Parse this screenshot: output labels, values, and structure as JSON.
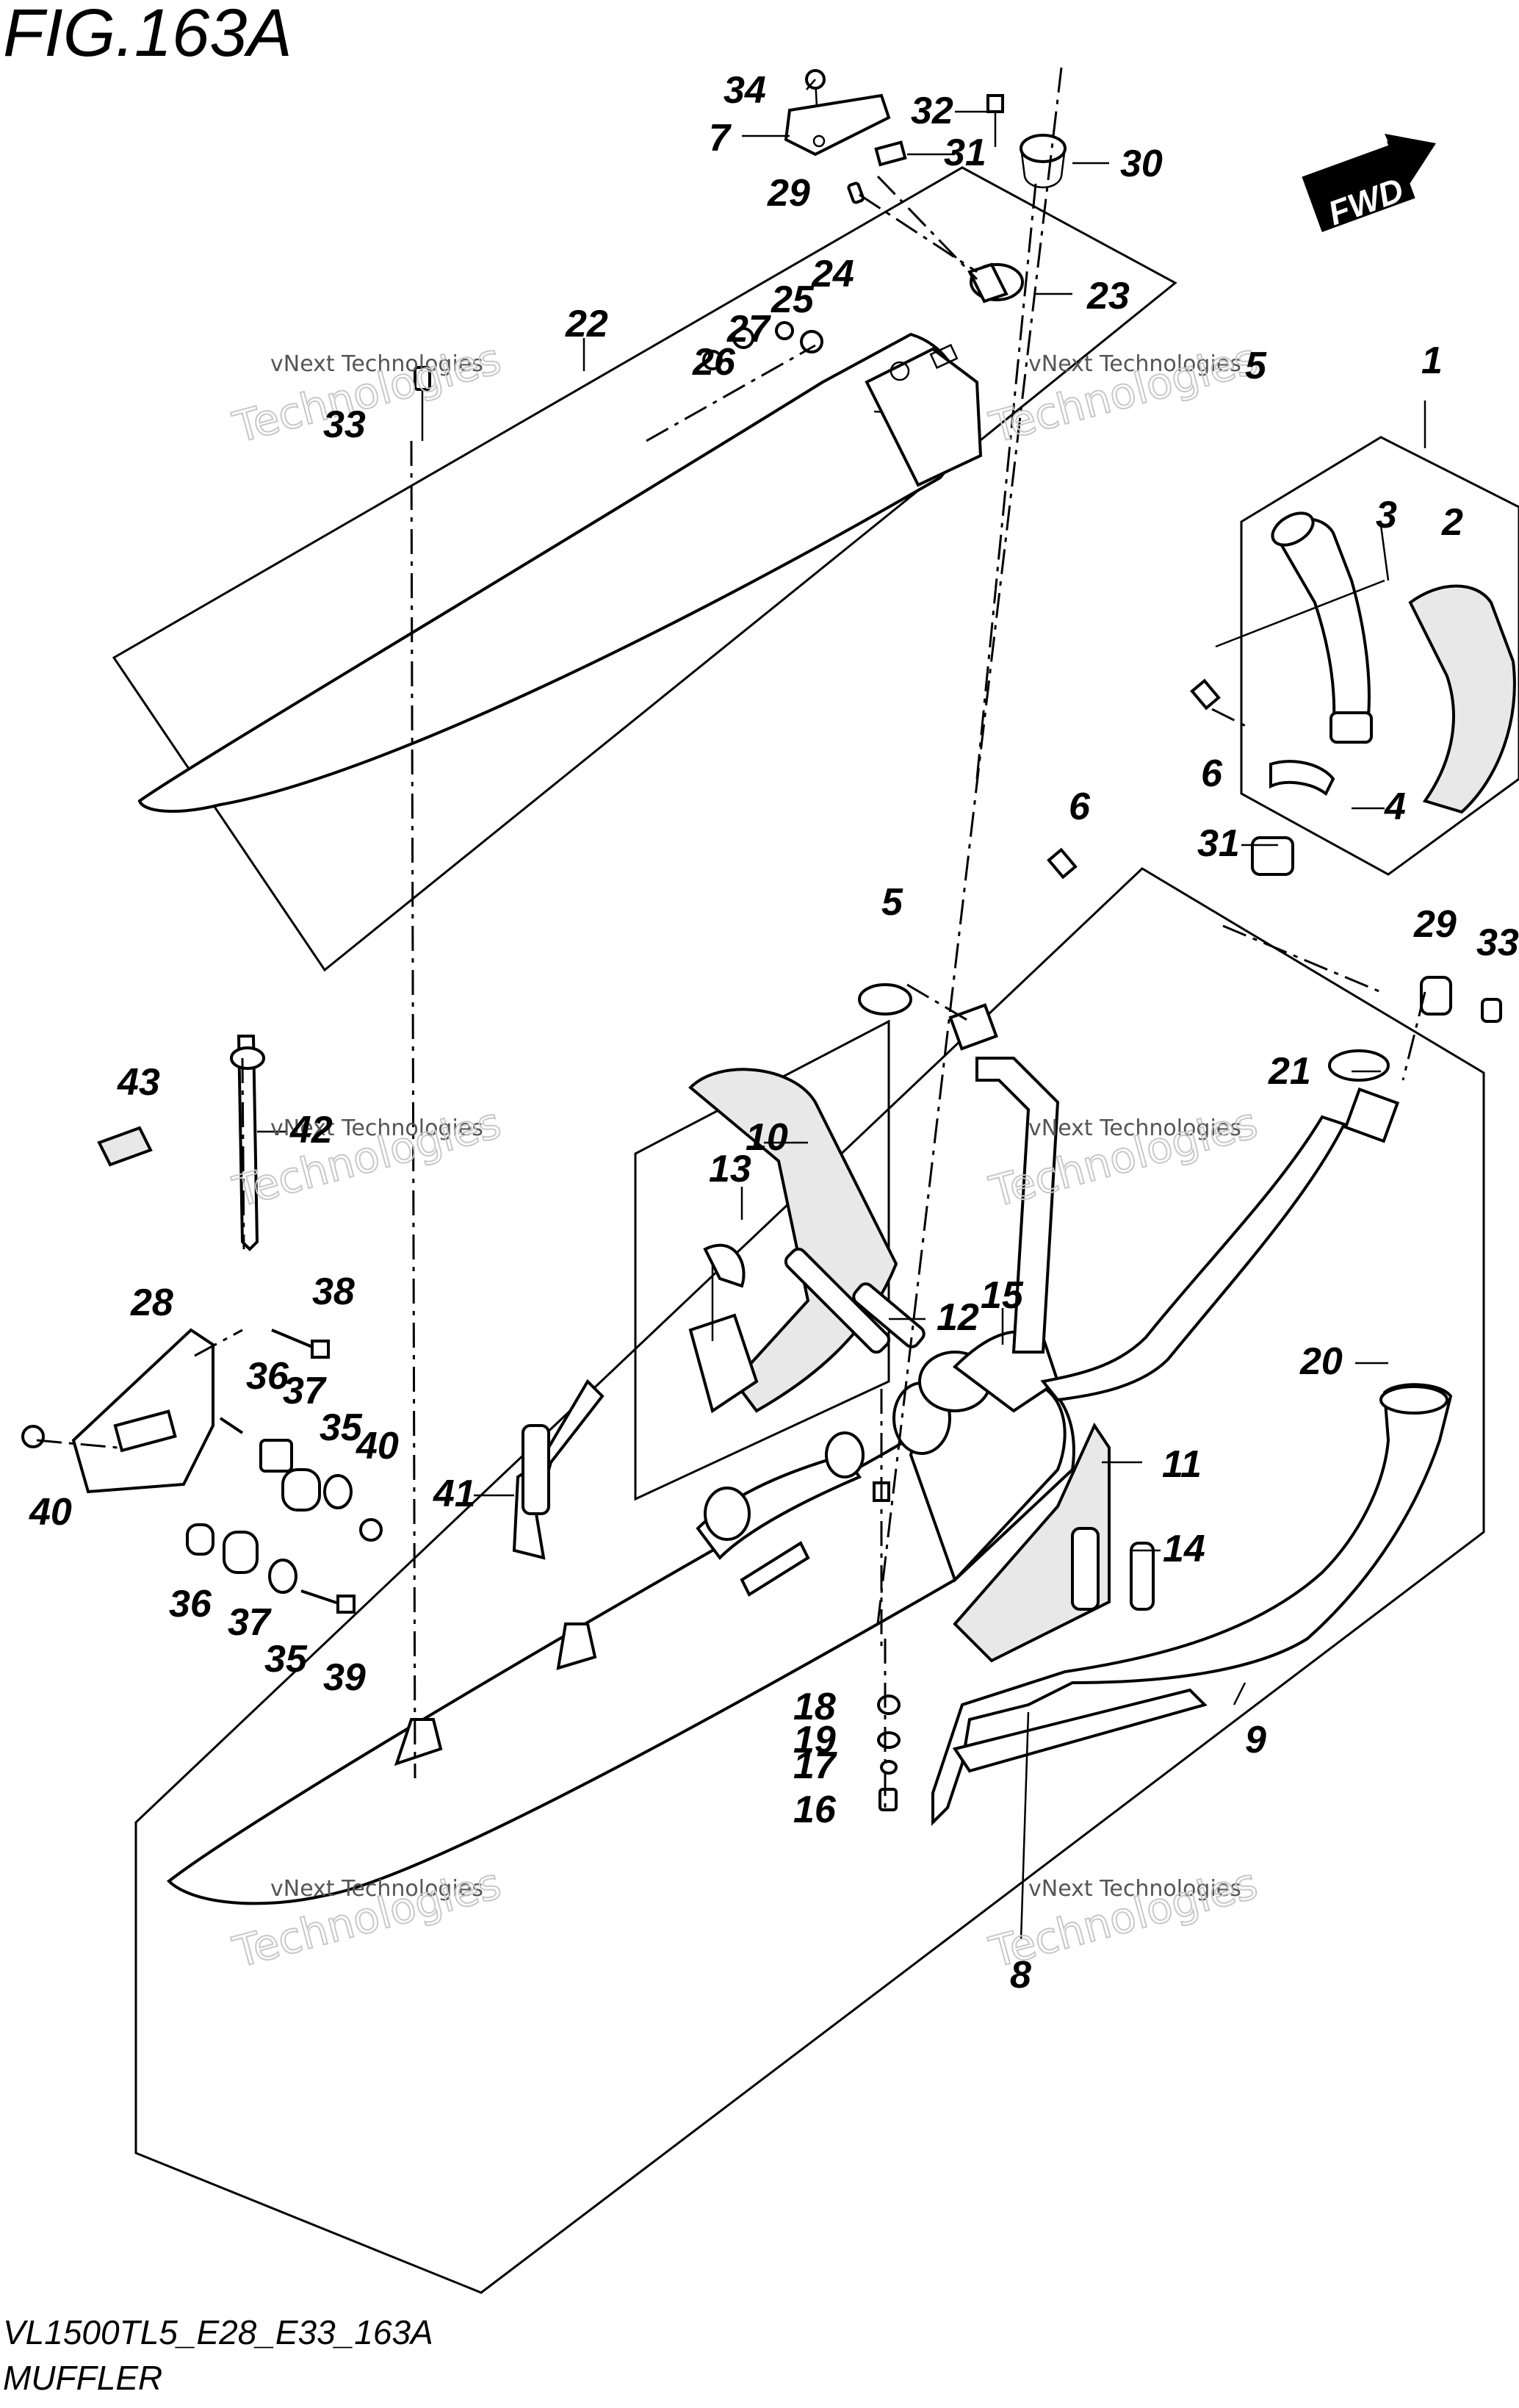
{
  "figure": {
    "title": "FIG.163A",
    "model_code": "VL1500TL5_E28_E33_163A",
    "section_name": "MUFFLER"
  },
  "fwd_label": "FWD",
  "watermark": {
    "small": "vNext Technologies",
    "large": "Technologies"
  },
  "callouts": [
    "1",
    "2",
    "3",
    "4",
    "5",
    "5",
    "6",
    "6",
    "7",
    "8",
    "9",
    "10",
    "11",
    "12",
    "13",
    "14",
    "15",
    "16",
    "17",
    "18",
    "19",
    "20",
    "21",
    "22",
    "23",
    "24",
    "25",
    "26",
    "27",
    "28",
    "29",
    "29",
    "30",
    "31",
    "31",
    "32",
    "33",
    "33",
    "34",
    "35",
    "35",
    "36",
    "36",
    "37",
    "37",
    "38",
    "39",
    "40",
    "40",
    "41",
    "42",
    "43"
  ]
}
